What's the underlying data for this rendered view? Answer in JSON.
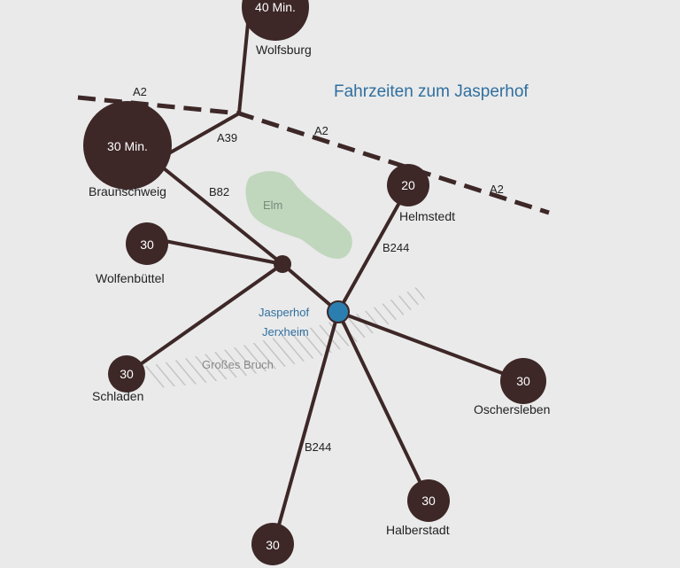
{
  "title": "Fahrzeiten zum Jasperhof",
  "colors": {
    "background": "#eaeaea",
    "road": "#3d2727",
    "node": "#3d2727",
    "hub": "#2a7fb0",
    "title": "#2f6f9f",
    "forest": "#b9d4b6",
    "marsh_hatch": "#c4c4c4"
  },
  "hub": {
    "line1": "Jasperhof",
    "line2": "Jerxheim"
  },
  "areas": {
    "elm": "Elm",
    "bruch": "Großes Bruch"
  },
  "roads": {
    "a2_left": "A2",
    "a2_mid": "A2",
    "a2_right": "A2",
    "a39": "A39",
    "b82": "B82",
    "b244_north": "B244",
    "b244_south": "B244"
  },
  "cities": {
    "wolfsburg": {
      "name": "Wolfsburg",
      "time": "40 Min."
    },
    "braunschweig": {
      "name": "Braunschweig",
      "time": "30 Min."
    },
    "helmstedt": {
      "name": "Helmstedt",
      "time": "20"
    },
    "wolfenbuettel": {
      "name": "Wolfenbüttel",
      "time": "30"
    },
    "schladen": {
      "name": "Schladen",
      "time": "30"
    },
    "oschersleben": {
      "name": "Oschersleben",
      "time": "30"
    },
    "halberstadt": {
      "name": "Halberstadt",
      "time": "30"
    },
    "south": {
      "name": "",
      "time": "30"
    }
  }
}
